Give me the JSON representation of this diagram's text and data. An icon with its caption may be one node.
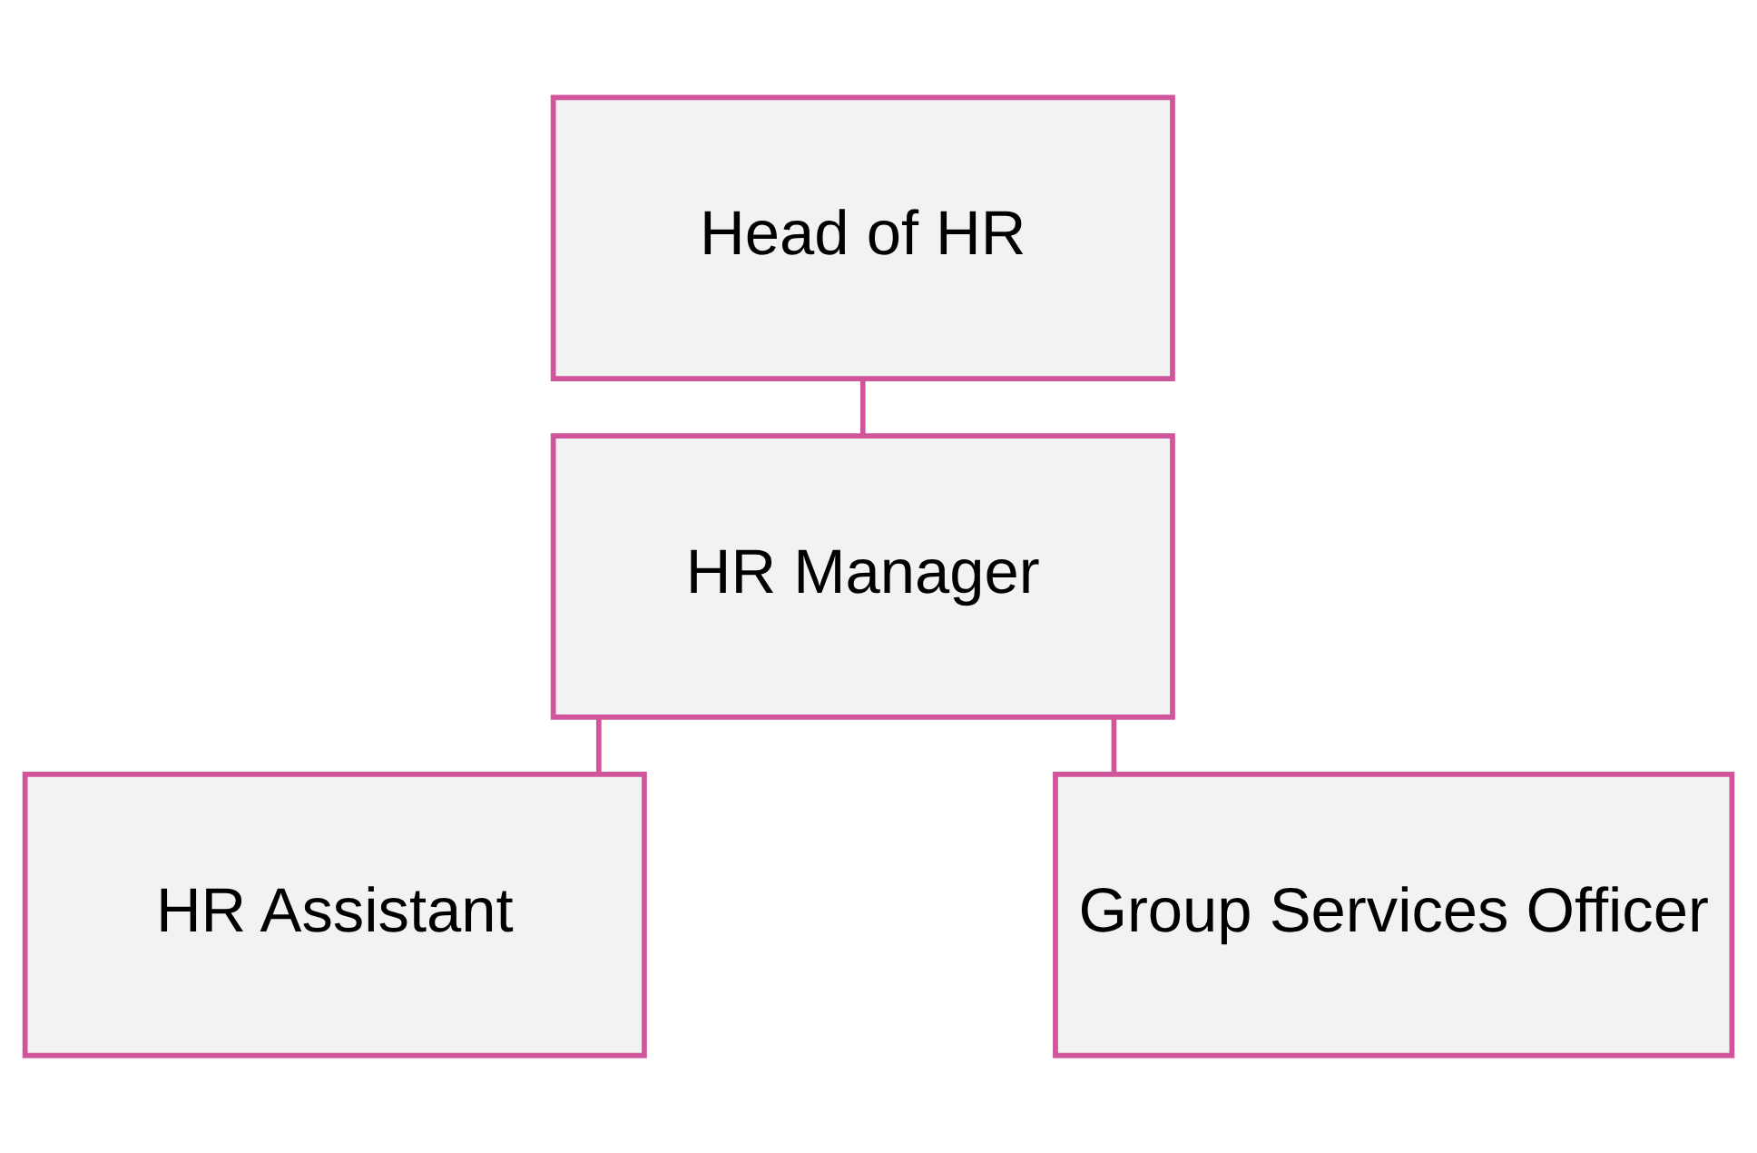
{
  "diagram": {
    "nodes": [
      {
        "text": [
          "Head of HR"
        ]
      },
      {
        "text": [
          "HR Manager"
        ]
      },
      {
        "text": [
          "HR Assistant"
        ]
      },
      {
        "text": [
          "Group Services Officer"
        ]
      }
    ],
    "edges": [
      {
        "from": 0,
        "to": 1,
        "arrow": "none"
      },
      {
        "from": 1,
        "to": 2,
        "arrow": "none"
      },
      {
        "from": 1,
        "to": 3,
        "arrow": "none"
      }
    ]
  }
}
